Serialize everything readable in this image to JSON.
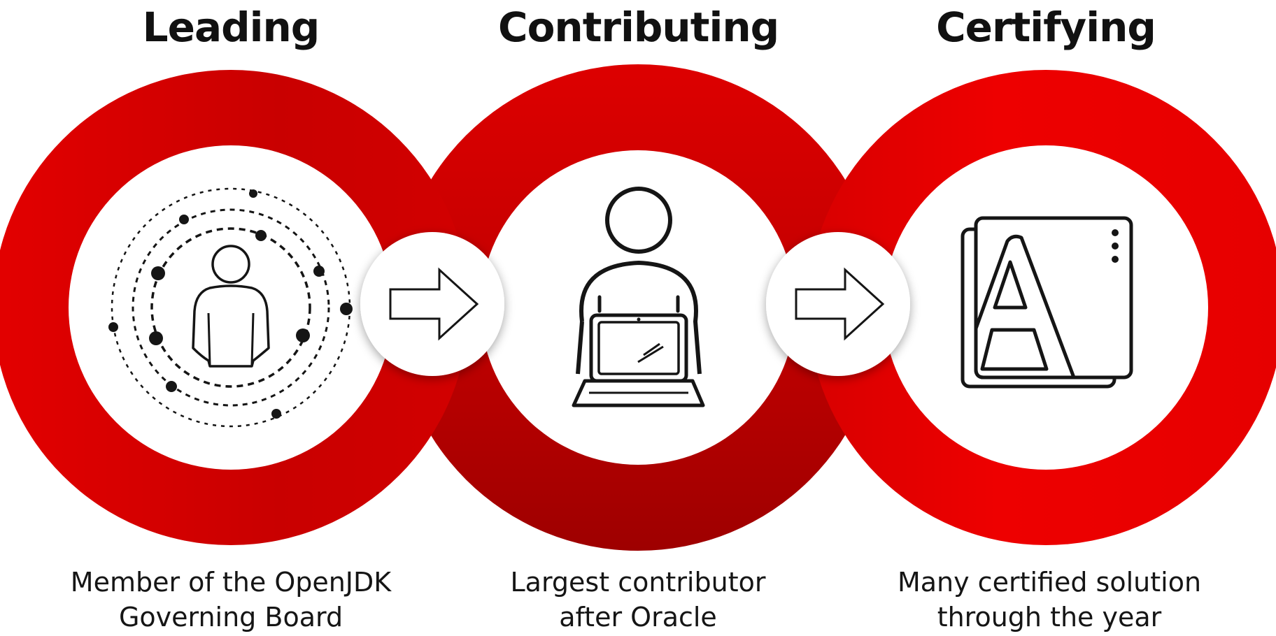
{
  "stages": [
    {
      "title": "Leading",
      "caption_line1": "Member of the OpenJDK",
      "caption_line2": "Governing Board",
      "icon": "person-orbit-icon"
    },
    {
      "title": "Contributing",
      "caption_line1": "Largest contributor",
      "caption_line2": "after Oracle",
      "icon": "person-laptop-icon"
    },
    {
      "title": "Certifying",
      "caption_line1": "Many certified solution",
      "caption_line2": "through the year",
      "icon": "app-letter-a-icon"
    }
  ],
  "connectors": [
    "arrow-right-icon",
    "arrow-right-icon"
  ],
  "colors": {
    "ring_red": "#e00000",
    "ring_dark_red": "#a30000",
    "icon_stroke": "#151515",
    "text": "#111111"
  }
}
